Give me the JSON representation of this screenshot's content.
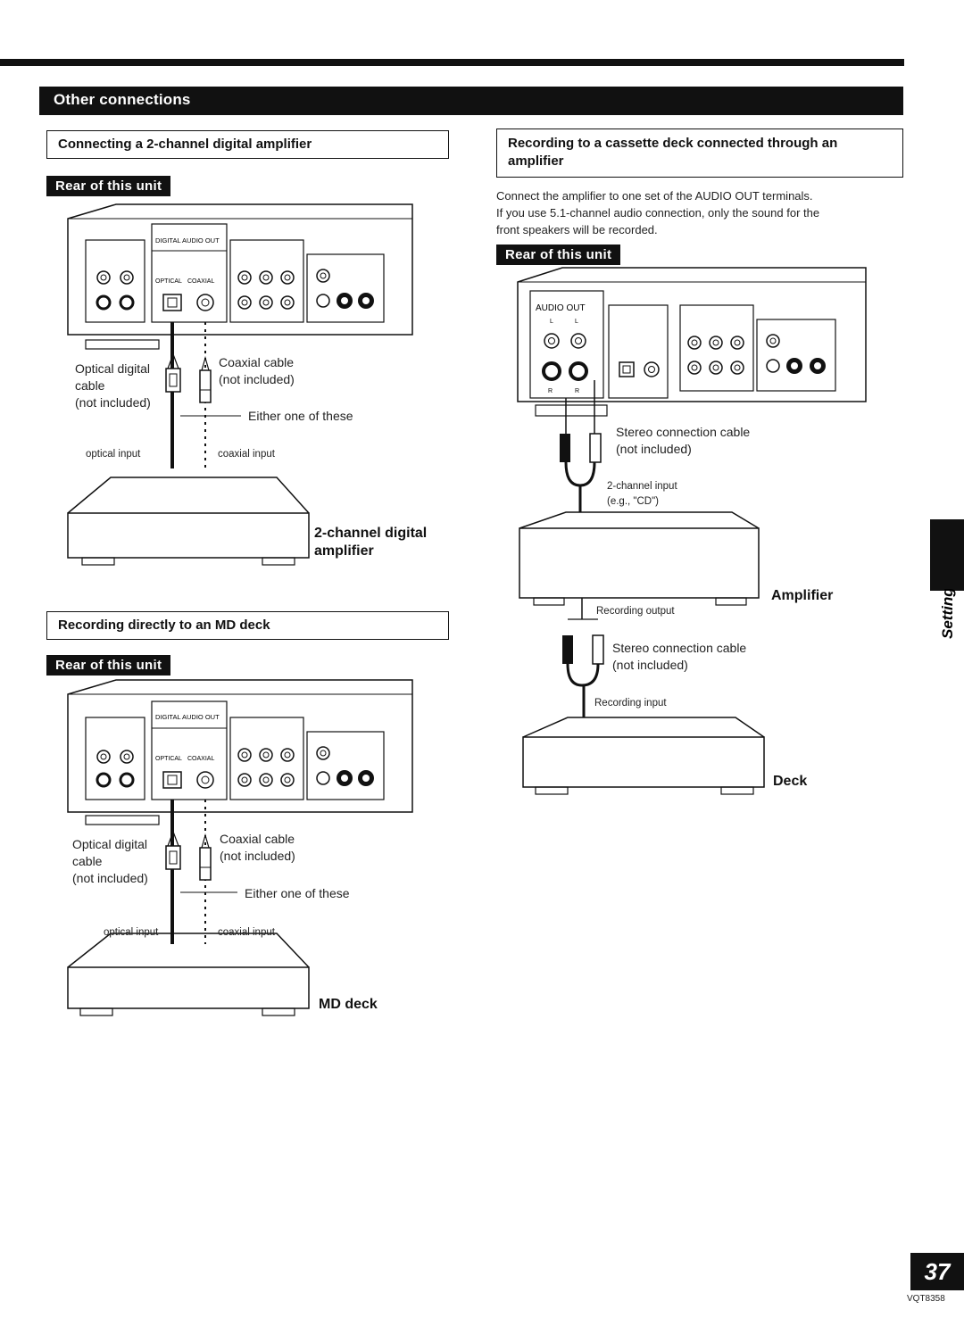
{
  "section": {
    "title": "Other connections"
  },
  "badges": {
    "rear_label": "Rear of this unit"
  },
  "left_top": {
    "heading": "Connecting a 2-channel digital amplifier",
    "panel_labels": {
      "digital_audio_out": "DIGITAL AUDIO OUT",
      "optical": "OPTICAL",
      "coaxial": "COAXIAL"
    },
    "optical_cable_label": [
      "Optical digital",
      "cable",
      "(not included)"
    ],
    "coaxial_cable_label": [
      "Coaxial cable",
      "(not included)"
    ],
    "either_label": "Either one of these",
    "optical_input": "optical input",
    "coaxial_input": "coaxial input",
    "device_label": [
      "2-channel digital",
      "amplifier"
    ]
  },
  "left_bottom": {
    "heading": "Recording directly to an MD deck",
    "panel_labels": {
      "digital_audio_out": "DIGITAL AUDIO OUT",
      "optical": "OPTICAL",
      "coaxial": "COAXIAL"
    },
    "optical_cable_label": [
      "Optical digital",
      "cable",
      "(not included)"
    ],
    "coaxial_cable_label": [
      "Coaxial cable",
      "(not included)"
    ],
    "either_label": "Either one of these",
    "optical_input": "optical input",
    "coaxial_input": "coaxial input",
    "device_label": "MD deck"
  },
  "right": {
    "heading": [
      "Recording to a cassette deck connected through an",
      "amplifier"
    ],
    "paragraph": [
      "Connect the amplifier to one set of the AUDIO OUT terminals.",
      "If you use 5.1-channel audio connection, only the sound for the",
      "front speakers will be recorded."
    ],
    "panel_labels": {
      "audio_out": "AUDIO OUT",
      "l": "L",
      "r": "R"
    },
    "stereo_cable_label": [
      "Stereo connection cable",
      "(not included)"
    ],
    "input_label": [
      "2-channel input",
      "(e.g., \"CD\")"
    ],
    "amplifier_label": "Amplifier",
    "recording_output": "Recording output",
    "stereo_cable_label_2": [
      "Stereo connection cable",
      "(not included)"
    ],
    "recording_input": "Recording input",
    "deck_label": "Deck"
  },
  "side_tab": {
    "label": "Settings"
  },
  "page": {
    "number": "37",
    "code": "VQT8358"
  }
}
